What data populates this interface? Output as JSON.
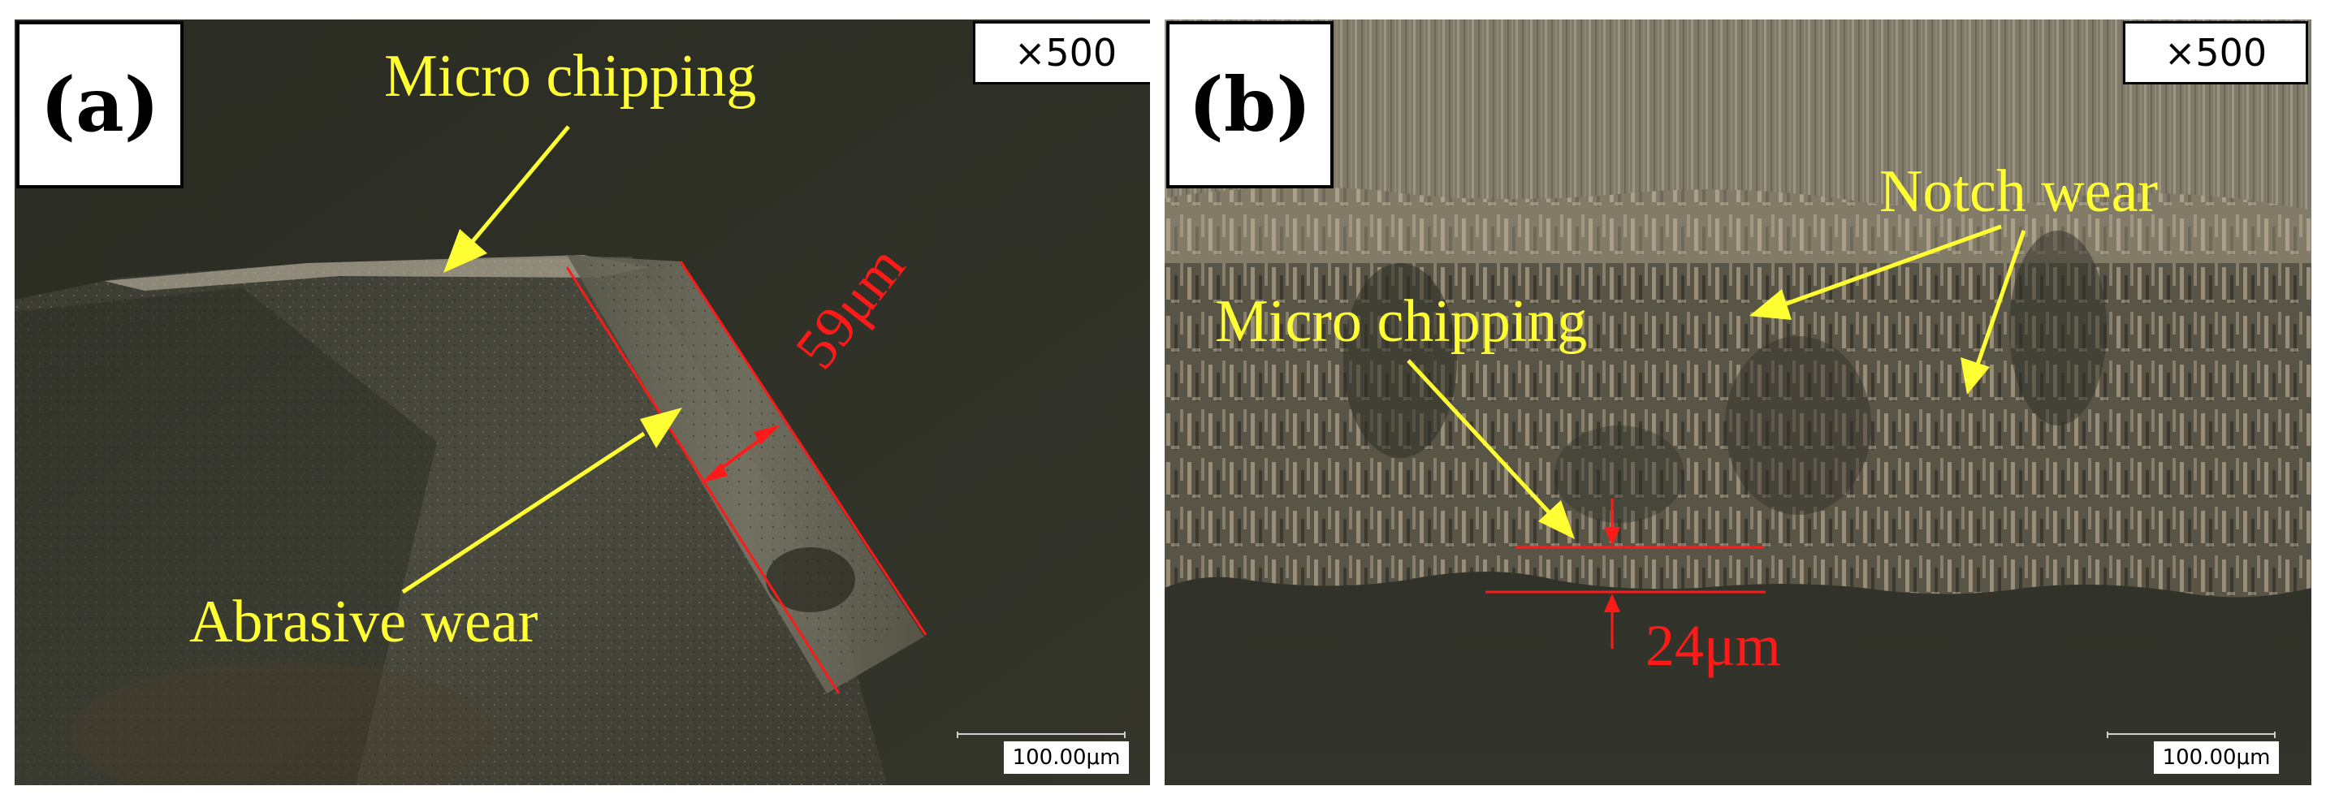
{
  "panel_a": {
    "label": "(a)",
    "magnification": "×500",
    "annotations": {
      "micro_chipping": "Micro chipping",
      "abrasive_wear": "Abrasive wear",
      "measurement": "59μm"
    },
    "scale_bar": "100.00μm"
  },
  "panel_b": {
    "label": "(b)",
    "magnification": "×500",
    "annotations": {
      "notch_wear": "Notch wear",
      "micro_chipping": "Micro chipping",
      "measurement": "24μm"
    },
    "scale_bar": "100.00μm"
  },
  "colors": {
    "annotation_text": "#ffff33",
    "measurement": "#ff1a1a",
    "background": "#ffffff"
  }
}
